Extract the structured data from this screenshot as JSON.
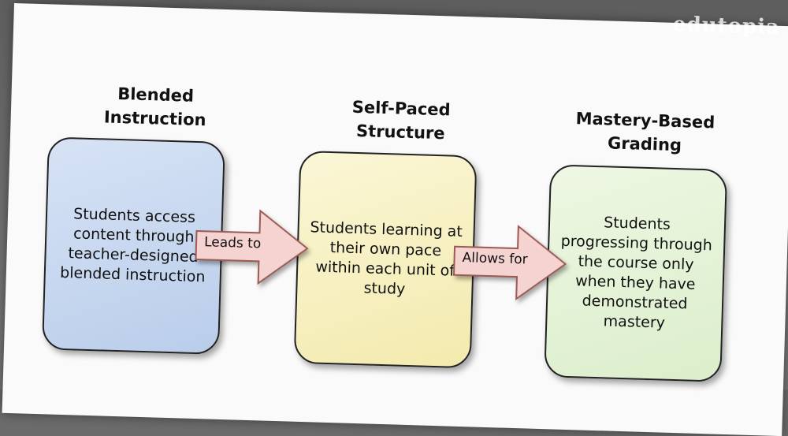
{
  "watermark": "edutopia",
  "stages": [
    {
      "heading": "Blended\nInstruction",
      "description": "Students access content through teacher-designed blended instruction",
      "color": "#c6d6ef"
    },
    {
      "heading": "Self-Paced\nStructure",
      "description": "Students learning at their own pace within each unit of study",
      "color": "#f7efc2"
    },
    {
      "heading": "Mastery-Based\nGrading",
      "description": "Students progressing through the course only when they have demonstrated mastery",
      "color": "#e4f2d6"
    }
  ],
  "connectors": [
    {
      "label": "Leads to",
      "color": "#f5d3d0"
    },
    {
      "label": "Allows for",
      "color": "#f5d3d0"
    }
  ]
}
